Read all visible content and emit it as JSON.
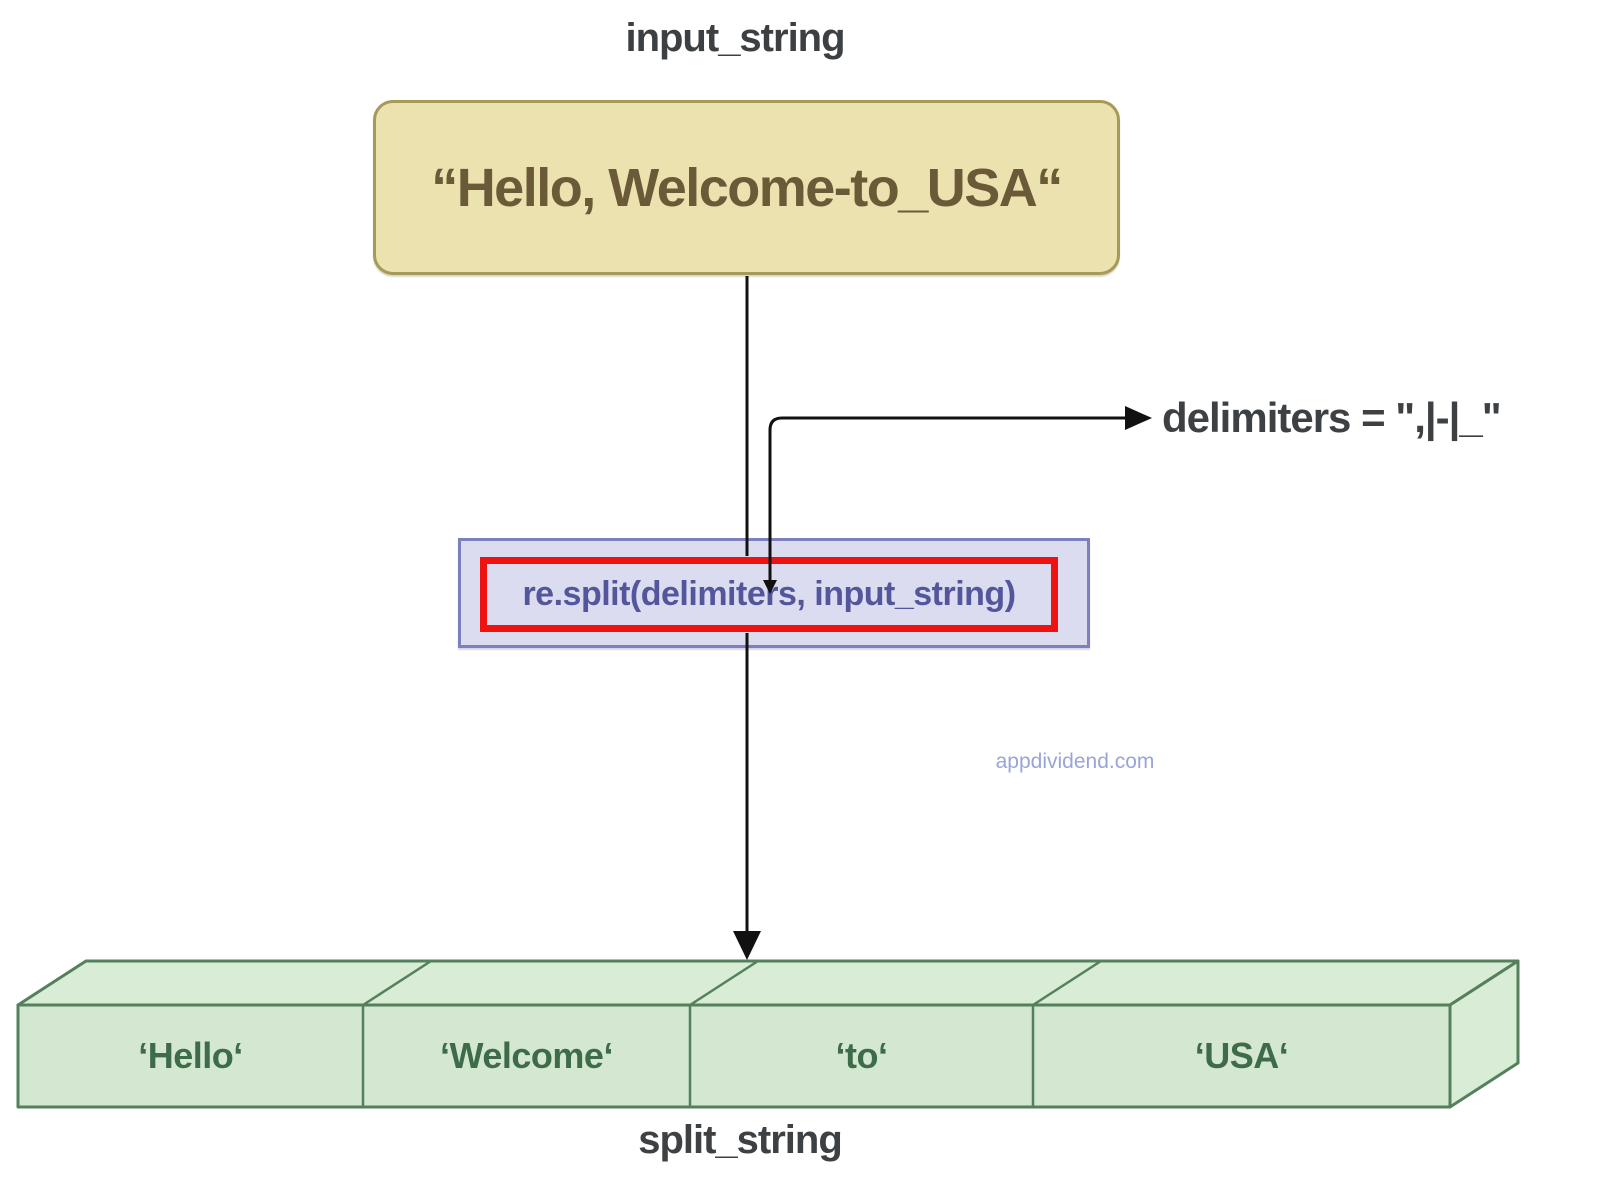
{
  "diagram": {
    "input_label": "input_string",
    "input_value": "“Hello, Welcome-to_USA“",
    "delimiters_label": "delimiters = \",|-|_\"",
    "function_call": "re.split(delimiters, input_string)",
    "watermark": "appdividend.com",
    "output_label": "split_string",
    "output_cells": [
      "‘Hello‘",
      "‘Welcome‘",
      "‘to‘",
      "‘USA‘"
    ]
  },
  "colors": {
    "input_box_fill": "#ebe2af",
    "input_box_border": "#a69a58",
    "input_text": "#6a5a38",
    "function_box_fill": "#dbdcf0",
    "function_box_border": "#7e80bd",
    "function_text": "#54569c",
    "highlight_border": "#ee1311",
    "array_front_fill": "#d3e7d1",
    "array_top_fill": "#d9ecd6",
    "array_border": "#54805c",
    "array_text": "#3e6b49",
    "label_text": "#3d4043",
    "watermark_text": "#9ba4d8",
    "connector_line": "#111111"
  }
}
